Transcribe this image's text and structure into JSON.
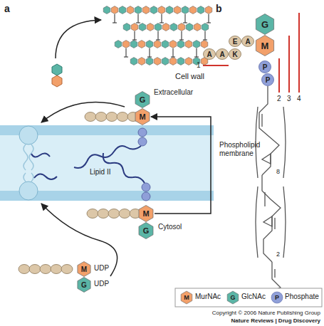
{
  "diagram": {
    "nodes": [
      {
        "text": [
          "G"
        ]
      },
      {
        "text": [
          "M"
        ]
      },
      {
        "text": [
          "M"
        ]
      },
      {
        "text": [
          "G"
        ]
      },
      {
        "text": [
          "M"
        ]
      },
      {
        "text": [
          "G"
        ]
      },
      {
        "text": [
          "G"
        ]
      },
      {
        "text": [
          "M"
        ]
      },
      {
        "text": [
          "E"
        ]
      },
      {
        "text": [
          "A"
        ]
      },
      {
        "text": [
          "A"
        ]
      },
      {
        "text": [
          "A"
        ]
      },
      {
        "text": [
          "K"
        ]
      },
      {
        "text": [
          "P"
        ]
      },
      {
        "text": [
          "P"
        ]
      }
    ],
    "edges": [
      {
        "from": 2,
        "to": 1,
        "arrow": "to"
      }
    ],
    "labels": [
      "a",
      "b",
      "Cell wall",
      "Extracellular",
      "Phospholipid membrane",
      "Lipid II",
      "Cytosol",
      "UDP",
      "UDP",
      "1",
      "2",
      "3",
      "4",
      "8",
      "2",
      "M",
      "G",
      "P",
      "Copyright © 2006 Nature Publishing Group",
      "Nature Reviews | Drug Discovery"
    ],
    "legend": [
      {
        "text": "MurNAc",
        "color": "#f2a06a"
      },
      {
        "text": "GlcNAc",
        "color": "#5bb5a6"
      },
      {
        "text": "Phosphate",
        "color": "#8f9fd8"
      }
    ]
  }
}
